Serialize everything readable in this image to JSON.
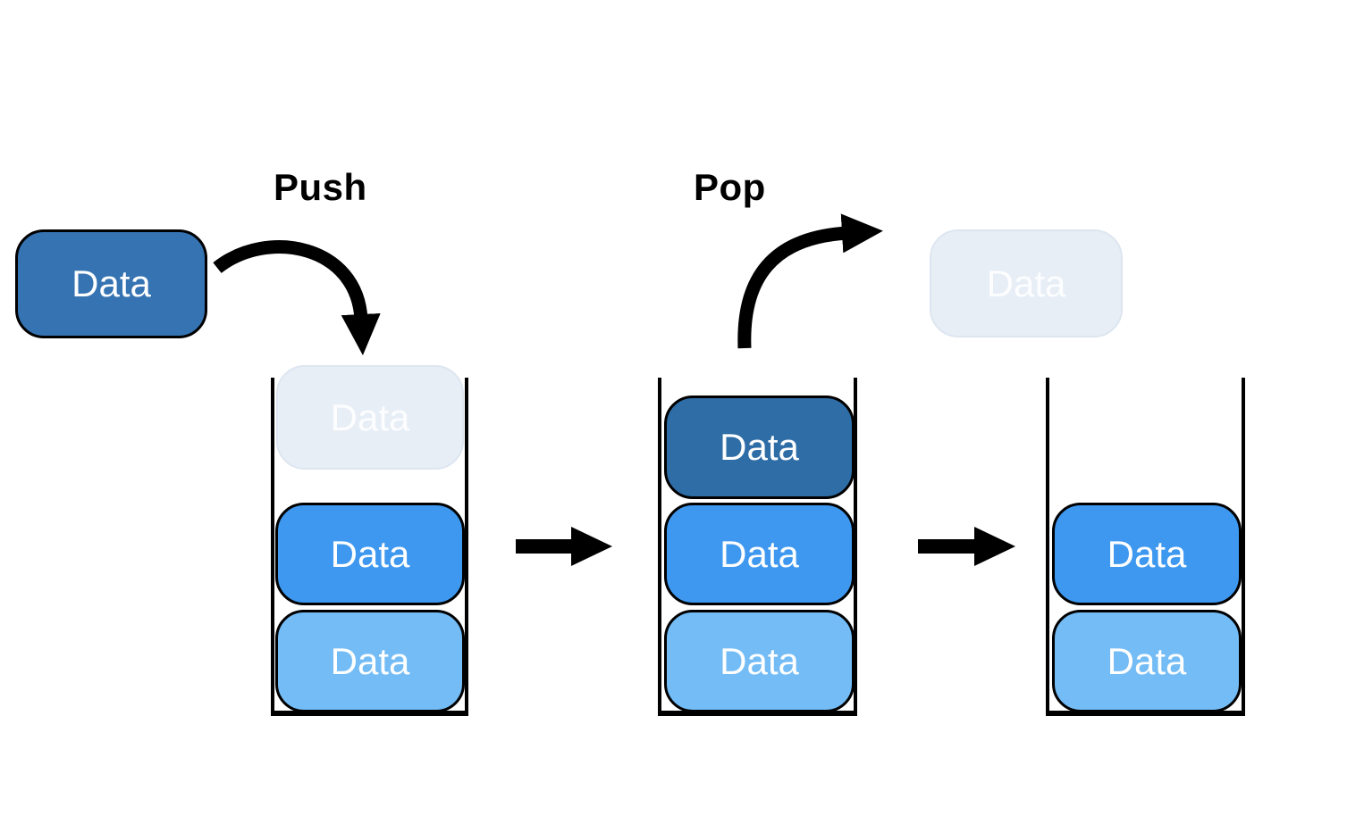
{
  "operations": {
    "push": {
      "label": "Push"
    },
    "pop": {
      "label": "Pop"
    }
  },
  "incoming_item": {
    "label": "Data",
    "state": "being-pushed"
  },
  "popped_item": {
    "label": "Data",
    "state": "popped-out-ghost"
  },
  "stacks": [
    {
      "name": "stack-during-push",
      "items": [
        {
          "label": "Data",
          "variant": "ghost"
        },
        {
          "label": "Data",
          "variant": "medium"
        },
        {
          "label": "Data",
          "variant": "light"
        }
      ]
    },
    {
      "name": "stack-after-push",
      "items": [
        {
          "label": "Data",
          "variant": "dark"
        },
        {
          "label": "Data",
          "variant": "medium"
        },
        {
          "label": "Data",
          "variant": "light"
        }
      ]
    },
    {
      "name": "stack-after-pop",
      "items": [
        {
          "label": "Data",
          "variant": "medium"
        },
        {
          "label": "Data",
          "variant": "light"
        }
      ]
    }
  ],
  "colors": {
    "incoming_blue": "#3573B2",
    "dark_blue": "#2E6DA6",
    "medium_blue": "#3E98EF",
    "light_blue": "#74BCF5",
    "ghost_fill": "#E8EEF6",
    "arrow": "#000000"
  }
}
